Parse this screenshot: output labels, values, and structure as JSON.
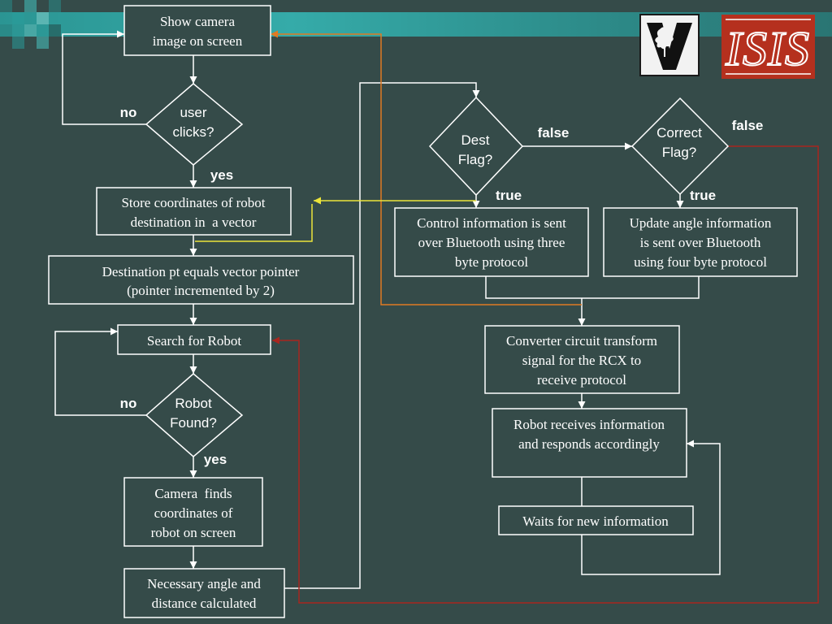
{
  "colors": {
    "background": "#354b49",
    "line": "#ffffff",
    "orange_line": "#e07a22",
    "yellow_line": "#ece43a",
    "red_line": "#a8261f",
    "band_teal": "#33a6a4",
    "isis_red": "#b5301e"
  },
  "diagram": {
    "nodes": {
      "show_camera": [
        "Show camera",
        "image on screen"
      ],
      "user_clicks": [
        "user",
        "clicks?"
      ],
      "store_coordinates": [
        "Store coordinates of robot",
        "destination in  a vector"
      ],
      "destination_pt": [
        "Destination pt equals vector pointer",
        "(pointer incremented by 2)"
      ],
      "search_robot": [
        "Search for Robot"
      ],
      "robot_found": [
        "Robot",
        "Found?"
      ],
      "camera_finds": [
        "Camera  finds",
        "coordinates of",
        "robot on screen"
      ],
      "angle_distance": [
        "Necessary angle and",
        "distance calculated"
      ],
      "dest_flag": [
        "Dest",
        "Flag?"
      ],
      "correct_flag": [
        "Correct",
        "Flag?"
      ],
      "control_info": [
        "Control information is sent",
        "over Bluetooth using three",
        "byte protocol"
      ],
      "update_angle": [
        "Update angle information",
        "is sent over Bluetooth",
        "using four byte protocol"
      ],
      "converter": [
        "Converter circuit transform",
        "signal for the RCX to",
        "receive protocol"
      ],
      "robot_receives": [
        "Robot receives information",
        "and responds accordingly"
      ],
      "waits": [
        "Waits for new information"
      ]
    },
    "labels": {
      "user_clicks_no": "no",
      "user_clicks_yes": "yes",
      "robot_found_no": "no",
      "robot_found_yes": "yes",
      "dest_flag_false": "false",
      "dest_flag_true": "true",
      "correct_flag_false": "false",
      "correct_flag_true": "true"
    }
  },
  "logos": {
    "isis": "ISIS"
  }
}
